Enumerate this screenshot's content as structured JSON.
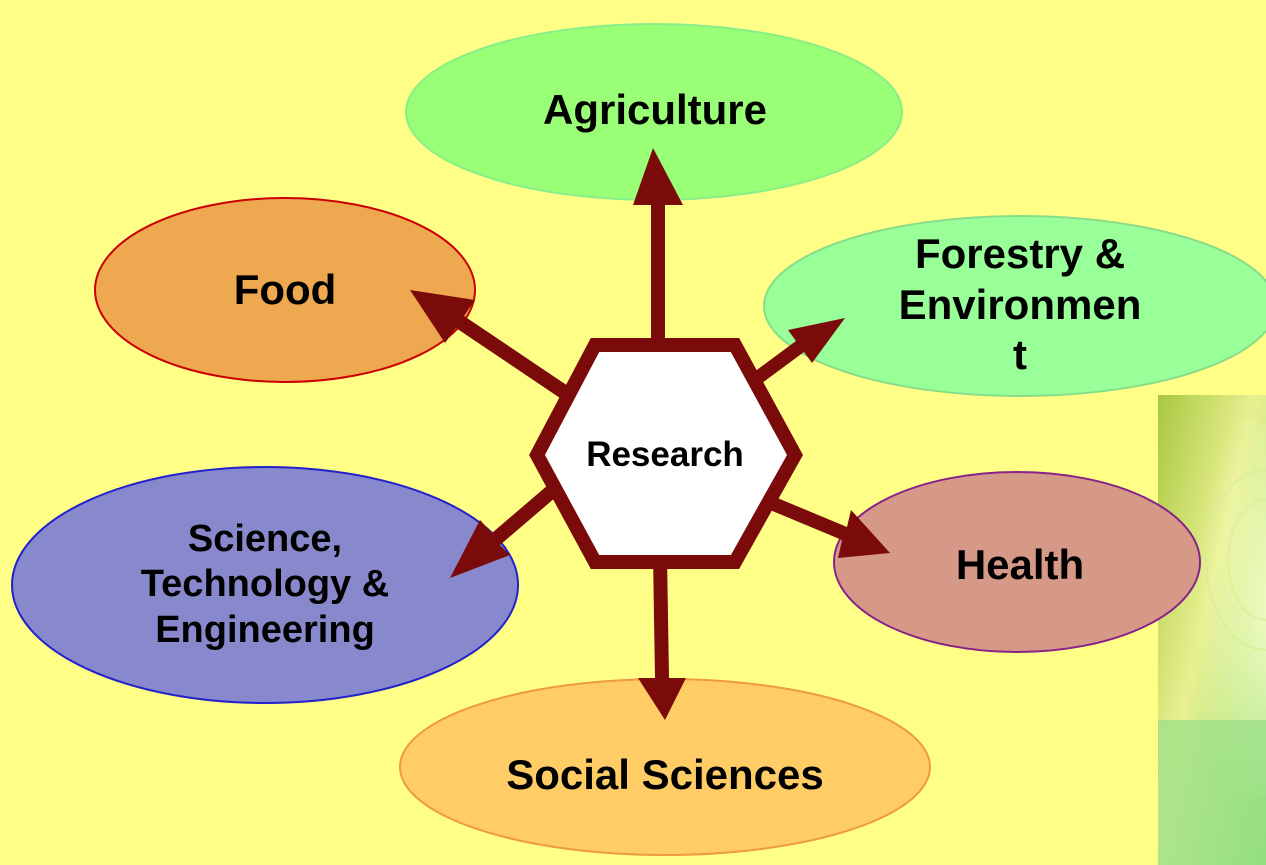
{
  "diagram": {
    "center": {
      "label": "Research"
    },
    "nodes": [
      {
        "id": "agriculture",
        "label": "Agriculture",
        "fill": "#99ff77",
        "stroke": "#88ee88"
      },
      {
        "id": "forestry",
        "label": "Forestry & Environmen t",
        "lines": [
          "Forestry &",
          "Environmen",
          "t"
        ],
        "fill": "#99ff99",
        "stroke": "#88dd88"
      },
      {
        "id": "food",
        "label": "Food",
        "fill": "#eea84f",
        "stroke": "#cc0000"
      },
      {
        "id": "science",
        "label": "Science, Technology & Engineering",
        "lines": [
          "Science,",
          "Technology &",
          "Engineering"
        ],
        "fill": "#8888cc",
        "stroke": "#2222cc"
      },
      {
        "id": "health",
        "label": "Health",
        "fill": "#d69988",
        "stroke": "#882288"
      },
      {
        "id": "social",
        "label": "Social Sciences",
        "fill": "#ffcc66",
        "stroke": "#ee9944"
      }
    ],
    "arrow_color": "#7b0a0a",
    "hexagon_fill": "#ffffff",
    "hexagon_stroke": "#7b0a0a"
  }
}
